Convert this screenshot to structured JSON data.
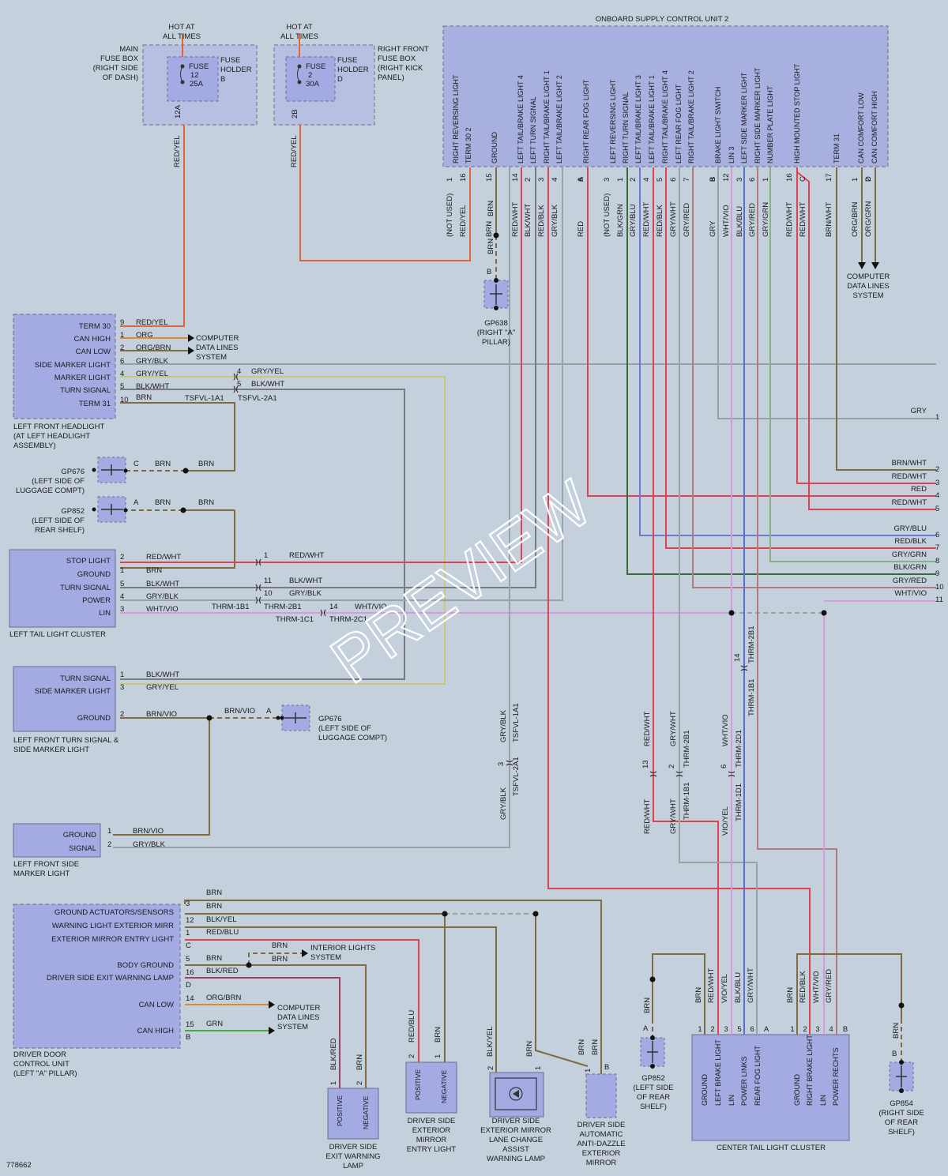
{
  "diagram_id": "778662",
  "watermark": "PREVIEW",
  "colors": {
    "background": "#c4d0dc",
    "component_fill": "#a4abe3",
    "component_stroke": "#6c6c90",
    "red": "#e04050",
    "red_yel": "#e0663a",
    "brn": "#806a40",
    "gry": "#9aa2a6",
    "blu": "#5a6cd6",
    "vio": "#d69ad6",
    "grn": "#48a848",
    "org": "#e08a2a",
    "yel": "#c8c878"
  },
  "texts": {
    "hot1a": "HOT AT",
    "hot1b": "ALL TIMES",
    "hot2a": "HOT AT",
    "hot2b": "ALL TIMES",
    "mfb1": "MAIN",
    "mfb2": "FUSE BOX",
    "mfb3": "(RIGHT SIDE",
    "mfb4": "OF DASH)",
    "fh1a": "FUSE",
    "fh1b": "HOLDER",
    "fh1c": "B",
    "fuse1a": "FUSE",
    "fuse1b": "12",
    "fuse1c": "25A",
    "rffb1": "RIGHT FRONT",
    "rffb2": "FUSE BOX",
    "rffb3": "(RIGHT KICK",
    "rffb4": "PANEL)",
    "fh2a": "FUSE",
    "fh2b": "HOLDER",
    "fh2c": "D",
    "fuse2a": "FUSE",
    "fuse2b": "2",
    "fuse2c": "30A",
    "pin12a": "12A",
    "pin2b": "2B",
    "w_redyel1": "RED/YEL",
    "w_redyel2": "RED/YEL",
    "oscu_title": "ONBOARD SUPPLY CONTROL UNIT 2",
    "oscu_pins": [
      "RIGHT REVERSING LIGHT",
      "TERM 30 2",
      "GROUND",
      "LEFT TAIL/BRAKE LIGHT 4",
      "LEFT TURN SIGNAL",
      "RIGHT TAIL/BRAKE LIGHT 1",
      "LEFT TAIL/BRAKE LIGHT 2",
      "RIGHT REAR FOG LIGHT",
      "LEFT REVERSING LIGHT",
      "RIGHT TURN SIGNAL",
      "LEFT TAIL/BRAKE LIGHT 3",
      "LEFT TAIL/BRAKE LIGHT 1",
      "RIGHT TAIL/BRAKE LIGHT 4",
      "LEFT REAR FOG LIGHT",
      "RIGHT TAIL/BRAKE LIGHT 2",
      "BRAKE LIGHT SWITCH",
      "LIN 3",
      "LEFT SIDE MARKER LIGHT",
      "RIGHT SIDE MARKER LIGHT",
      "NUMBER PLATE LIGHT",
      "HIGH MOUNTED STOP LIGHT",
      "TERM 31",
      "CAN COMFORT LOW",
      "CAN COMFORT HIGH"
    ],
    "oscu_pinnums": [
      "1",
      "16",
      "15",
      "14",
      "2",
      "3",
      "4",
      "6",
      "3",
      "1",
      "2",
      "4",
      "5",
      "6",
      "7",
      "8",
      "12",
      "3",
      "6",
      "1",
      "16",
      "",
      "17",
      "1",
      "2"
    ],
    "oscu_pinletters": [
      "",
      "",
      "",
      "",
      "",
      "",
      "",
      "A",
      "",
      "",
      "",
      "",
      "",
      "",
      "",
      "B",
      "",
      "",
      "",
      "",
      "",
      "C",
      "",
      "",
      "D"
    ],
    "oscu_wires": [
      "(NOT USED)",
      "RED/YEL",
      "BRN",
      "RED/WHT",
      "BLK/WHT",
      "RED/BLK",
      "GRY/BLK",
      "RED",
      "(NOT USED)",
      "BLK/GRN",
      "GRY/BLU",
      "RED/WHT",
      "RED/BLK",
      "GRY/WHT",
      "GRY/RED",
      "GRY",
      "WHT/VIO",
      "BLK/BLU",
      "GRY/RED",
      "GRY/GRN",
      "RED/WHT",
      "RED/WHT",
      "BRN/WHT",
      "ORG/BRN",
      "ORG/GRN"
    ],
    "cdl_top1": "COMPUTER",
    "cdl_top2": "DATA LINES",
    "cdl_top3": "SYSTEM",
    "brn_gp638": "BRN",
    "brn_gp638b": "BRN",
    "gp638_b": "B",
    "gp638_1": "GP638",
    "gp638_2": "(RIGHT \"A\"",
    "gp638_3": "PILLAR)",
    "lfh_pins": [
      "TERM 30",
      "CAN HIGH",
      "CAN LOW",
      "SIDE MARKER LIGHT",
      "MARKER LIGHT",
      "TURN SIGNAL",
      "TERM 31"
    ],
    "lfh_nums": [
      "9",
      "1",
      "2",
      "6",
      "4",
      "5",
      "10"
    ],
    "lfh_wires": [
      "RED/YEL",
      "ORG",
      "ORG/BRN",
      "GRY/BLK",
      "GRY/YEL",
      "BLK/WHT",
      "BRN"
    ],
    "lfh_name1": "LEFT FRONT HEADLIGHT",
    "lfh_name2": "(AT LEFT HEADLIGHT",
    "lfh_name3": "ASSEMBLY)",
    "cdl_lfh1": "COMPUTER",
    "cdl_lfh2": "DATA LINES",
    "cdl_lfh3": "SYSTEM",
    "tsf_4": "4",
    "tsf_gryyel": "GRY/YEL",
    "tsf_5": "5",
    "tsf_blkwht": "BLK/WHT",
    "tsf_brn": "BRN",
    "tsfvl1a1": "TSFVL-1A1",
    "tsfvl2a1": "TSFVL-2A1",
    "gp676a_c": "C",
    "gp676a_brn1": "BRN",
    "gp676a_brn2": "BRN",
    "gp676a_1": "GP676",
    "gp676a_2": "(LEFT SIDE OF",
    "gp676a_3": "LUGGAGE COMPT)",
    "gp852a_a": "A",
    "gp852a_brn1": "BRN",
    "gp852a_brn2": "BRN",
    "gp852a_1": "GP852",
    "gp852a_2": "(LEFT SIDE OF",
    "gp852a_3": "REAR SHELF)",
    "ltl_pins": [
      "STOP LIGHT",
      "GROUND",
      "TURN SIGNAL",
      "POWER",
      "LIN"
    ],
    "ltl_nums": [
      "2",
      "1",
      "5",
      "4",
      "3"
    ],
    "ltl_wires": [
      "RED/WHT",
      "BRN",
      "BLK/WHT",
      "GRY/BLK",
      "WHT/VIO"
    ],
    "ltl_name": "LEFT TAIL LIGHT CLUSTER",
    "thrm_n1": "1",
    "thrm_w1": "RED/WHT",
    "thrm_n11": "11",
    "thrm_w11": "BLK/WHT",
    "thrm_n10": "10",
    "thrm_w10": "GRY/BLK",
    "thrm_n14": "14",
    "thrm_w14": "WHT/VIO",
    "thrm1b1": "THRM-1B1",
    "thrm2b1": "THRM-2B1",
    "thrm1c1": "THRM-1C1",
    "thrm2c1": "THRM-2C1",
    "right_wires": [
      "GRY",
      "BRN/WHT",
      "RED/WHT",
      "RED",
      "RED/WHT",
      "GRY/BLU",
      "RED/BLK",
      "GRY/GRN",
      "BLK/GRN",
      "GRY/RED",
      "WHT/VIO"
    ],
    "right_nums": [
      "1",
      "2",
      "3",
      "4",
      "5",
      "6",
      "7",
      "8",
      "9",
      "10",
      "11"
    ],
    "lfts_pins": [
      "TURN SIGNAL",
      "SIDE MARKER LIGHT",
      "GROUND"
    ],
    "lfts_nums": [
      "1",
      "3",
      "2"
    ],
    "lfts_wires": [
      "BLK/WHT",
      "GRY/YEL",
      "BRN/VIO"
    ],
    "lfts_name1": "LEFT FRONT TURN SIGNAL &",
    "lfts_name2": "SIDE MARKER LIGHT",
    "gp676b_wire": "BRN/VIO",
    "gp676b_a": "A",
    "gp676b_1": "GP676",
    "gp676b_2": "(LEFT SIDE OF",
    "gp676b_3": "LUGGAGE COMPT)",
    "lfsm_pins": [
      "GROUND",
      "SIGNAL"
    ],
    "lfsm_nums": [
      "1",
      "2"
    ],
    "lfsm_wires": [
      "BRN/VIO",
      "GRY/BLK"
    ],
    "lfsm_name1": "LEFT FRONT SIDE",
    "lfsm_name2": "MARKER LIGHT",
    "v_gryblk1": "GRY/BLK",
    "v_tsfvl1a1": "TSFVL-1A1",
    "v_3": "3",
    "v_tsfvl2a1": "TSFVL-2A1",
    "v_gryblk2": "GRY/BLK",
    "v_redwht1": "RED/WHT",
    "v_13": "13",
    "v_redwht2": "RED/WHT",
    "v_grywht1": "GRY/WHT",
    "v_2": "2",
    "v_thrm2b1": "THRM-2B1",
    "v_thrm1b1": "THRM-1B1",
    "v_grywht2": "GRY/WHT",
    "v_whtvio": "WHT/VIO",
    "v_6": "6",
    "v_thrm2d1": "THRM-2D1",
    "v_thrm1d1": "THRM-1D1",
    "v_vioyel": "VIO/YEL",
    "v_thrm2b1b": "THRM-2B1",
    "v_14": "14",
    "v_thrm1b1b": "THRM-1B1",
    "ddcu_pins": [
      "GROUND ACTUATORS/SENSORS",
      "WARNING LIGHT EXTERIOR MIRR",
      "EXTERIOR MIRROR ENTRY LIGHT",
      "BODY GROUND",
      "DRIVER SIDE EXIT WARNING LAMP",
      "CAN LOW",
      "CAN HIGH"
    ],
    "ddcu_nums": [
      "3",
      "12",
      "1",
      "5",
      "16",
      "14",
      "15"
    ],
    "ddcu_letters": [
      "C",
      "D",
      "B"
    ],
    "ddcu_wires": [
      "BRN",
      "BRN",
      "BLK/YEL",
      "RED/BLU",
      "BRN",
      "BLK/RED",
      "ORG/BRN",
      "GRN"
    ],
    "ddcu_name1": "DRIVER DOOR",
    "ddcu_name2": "CONTROL UNIT",
    "ddcu_name3": "(LEFT \"A\" PILLAR)",
    "int_brn1": "BRN",
    "int_brn2": "BRN",
    "int1": "INTERIOR LIGHTS",
    "int2": "SYSTEM",
    "cdl_dd1": "COMPUTER",
    "cdl_dd2": "DATA LINES",
    "cdl_dd3": "SYSTEM",
    "dsewl_w1": "BLK/RED",
    "dsewl_w2": "BRN",
    "dsewl_n1": "1",
    "dsewl_n2": "2",
    "dsewl_pos": "POSITIVE",
    "dsewl_neg": "NEGATIVE",
    "dsewl_1": "DRIVER SIDE",
    "dsewl_2": "EXIT WARNING",
    "dsewl_3": "LAMP",
    "dsem_w1": "RED/BLU",
    "dsem_w2": "BRN",
    "dsem_n1": "2",
    "dsem_n2": "1",
    "dsem_pos": "POSITIVE",
    "dsem_neg": "NEGATIVE",
    "dsem_1": "DRIVER SIDE",
    "dsem_2": "EXTERIOR",
    "dsem_3": "MIRROR",
    "dsem_4": "ENTRY LIGHT",
    "lca_w1": "BLK/YEL",
    "lca_w2": "BRN",
    "lca_n1": "2",
    "lca_n2": "1",
    "lca_1": "DRIVER SIDE",
    "lca_2": "EXTERIOR MIRROR",
    "lca_3": "LANE CHANGE",
    "lca_4": "ASSIST",
    "lca_5": "WARNING LAMP",
    "aad_w1": "BRN",
    "aad_w2": "BRN",
    "aad_n1": "1",
    "aad_b": "B",
    "aad_1": "DRIVER SIDE",
    "aad_2": "AUTOMATIC",
    "aad_3": "ANTI-DAZZLE",
    "aad_4": "EXTERIOR",
    "aad_5": "MIRROR",
    "gp852b_w": "BRN",
    "gp852b_a": "A",
    "gp852b_1": "GP852",
    "gp852b_2": "(LEFT SIDE",
    "gp852b_3": "OF REAR",
    "gp852b_4": "SHELF)",
    "gp854_w": "BRN",
    "gp854_b": "B",
    "gp854_1": "GP854",
    "gp854_2": "(RIGHT SIDE",
    "gp854_3": "OF REAR",
    "gp854_4": "SHELF)",
    "ctl_wires": [
      "BRN",
      "RED/WHT",
      "VIO/YEL",
      "BLK/BLU",
      "GRY/WHT",
      "BRN",
      "RED/BLK",
      "WHT/VIO",
      "GRY/RED"
    ],
    "ctl_nums": [
      "1",
      "2",
      "3",
      "5",
      "6",
      "A",
      "1",
      "2",
      "3",
      "4",
      "B"
    ],
    "ctl_pins": [
      "GROUND",
      "LEFT BRAKE LIGHT",
      "LIN",
      "POWER LINKS",
      "REAR FOG LIGHT",
      "GROUND",
      "RIGHT BRAKE LIGHT",
      "LIN",
      "POWER RECHTS"
    ],
    "ctl_name": "CENTER TAIL LIGHT CLUSTER"
  }
}
